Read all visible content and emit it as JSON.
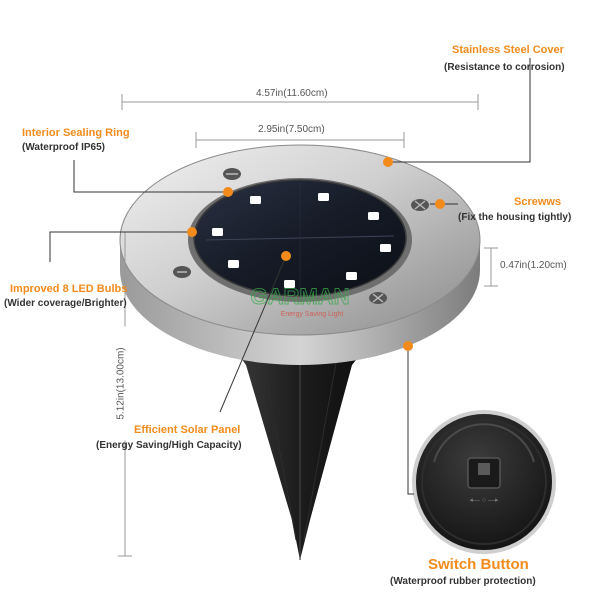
{
  "labels": {
    "stainless_title": "Stainless Steel Cover",
    "stainless_sub": "(Resistance to corrosion)",
    "sealing_title": "Interior Sealing Ring",
    "sealing_sub": "(Waterproof IP65)",
    "screws_title": "Screwws",
    "screws_sub": "(Fix the housing tightly)",
    "led_title": "Improved 8 LED Bulbs",
    "led_sub": "(Wider coverage/Brighter)",
    "solar_title": "Efficient Solar Panel",
    "solar_sub": "(Energy Saving/High Capacity)",
    "switch_title": "Switch Button",
    "switch_sub": "(Waterproof rubber protection)"
  },
  "dimensions": {
    "overall_width": "4.57in(11.60cm)",
    "panel_width": "2.95in(7.50cm)",
    "thickness": "0.47in(1.20cm)",
    "total_height": "5.12in(13.00cm)"
  },
  "watermark": {
    "brand": "GARMAN",
    "tagline": "Energy Saving Light"
  },
  "colors": {
    "accent": "#f28b1c",
    "text_dark": "#333333",
    "line": "#999999",
    "steel_light": "#e2e2e2",
    "steel_dark": "#8e8e8e",
    "panel": "#1b2130",
    "led": "#ffffff"
  }
}
